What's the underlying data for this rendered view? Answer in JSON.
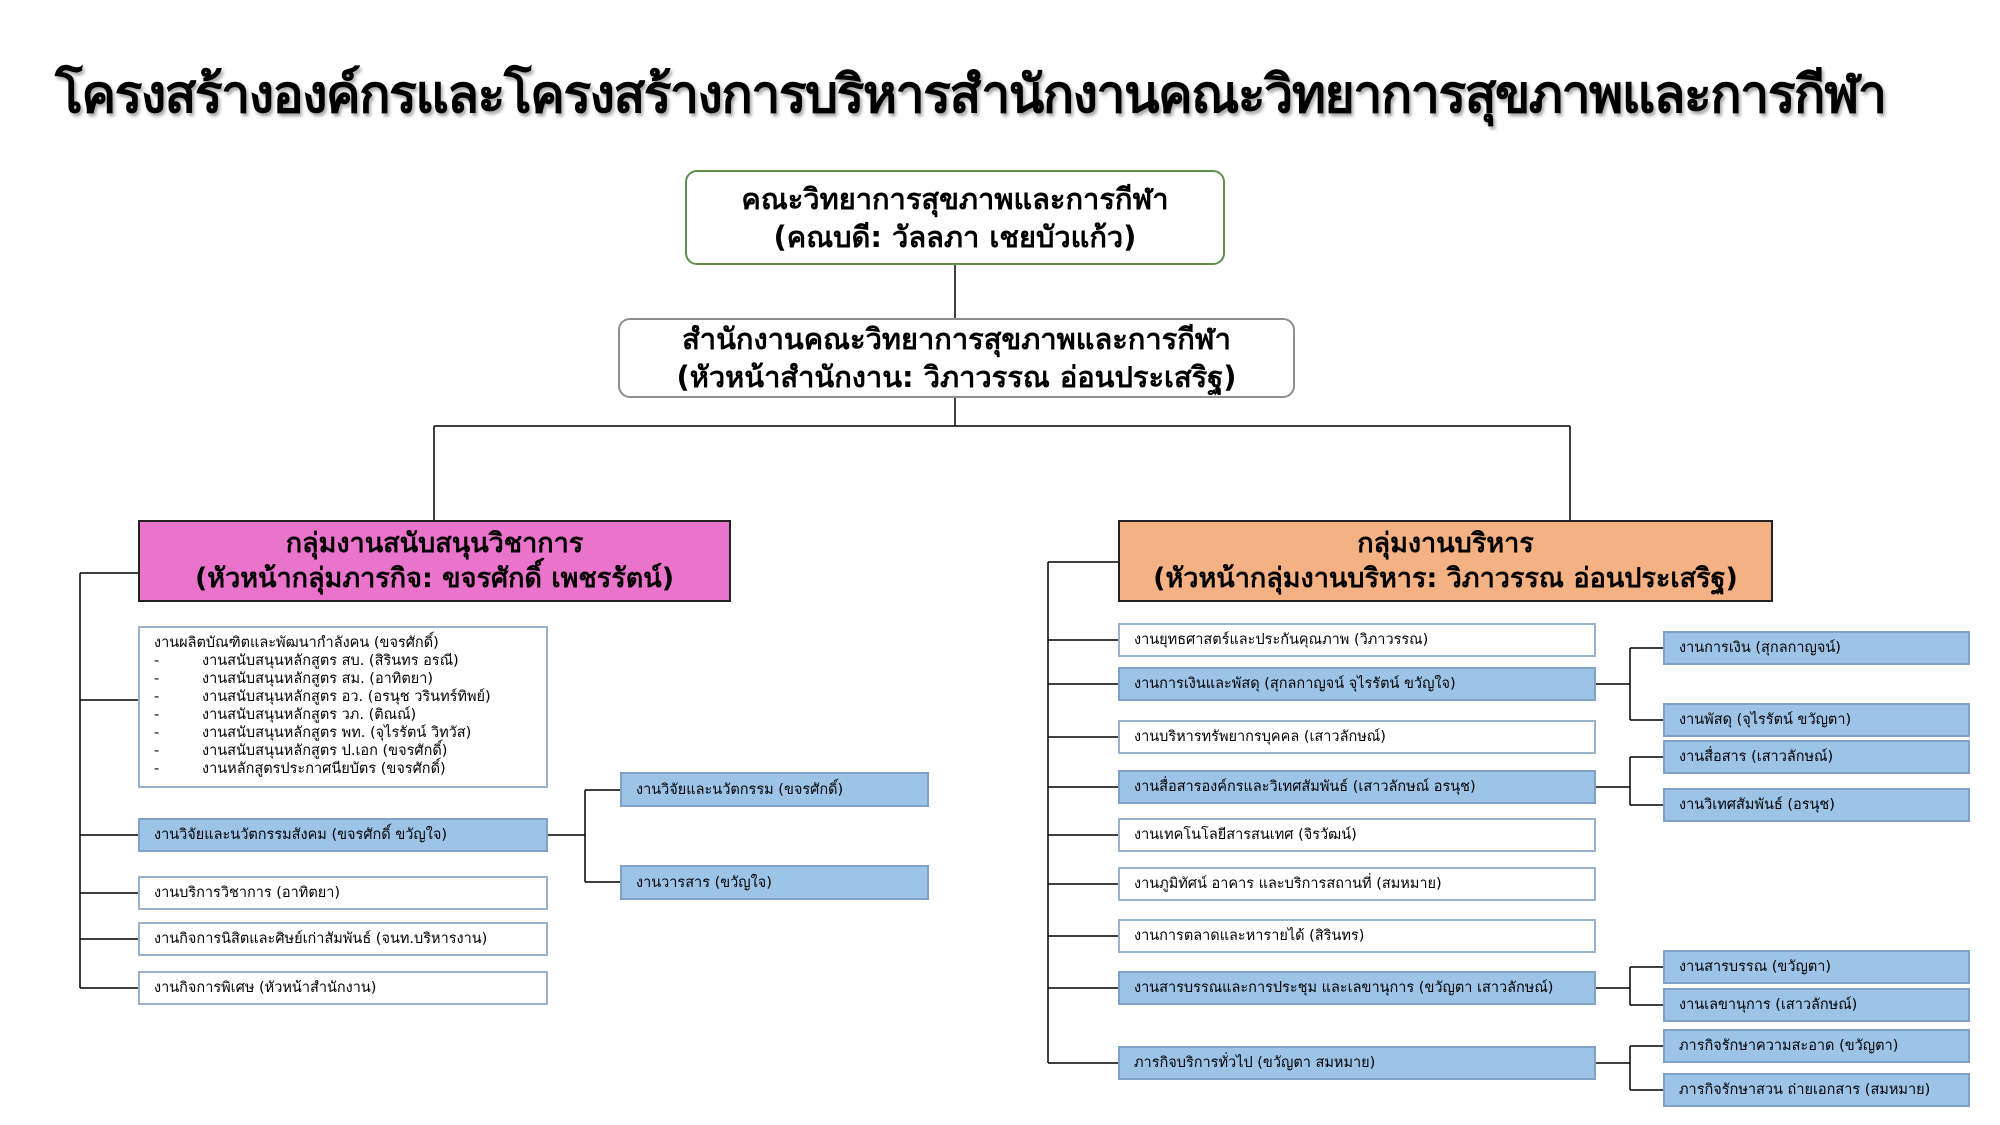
{
  "title": "โครงสร้างองค์กรและโครงสร้างการบริหารสำนักงานคณะวิทยาการสุขภาพและการกีฬา",
  "faculty": {
    "name": "คณะวิทยาการสุขภาพและการกีฬา",
    "head": "(คณบดี: วัลลภา  เชยบัวแก้ว)"
  },
  "office": {
    "name": "สำนักงานคณะวิทยาการสุขภาพและการกีฬา",
    "head": "(หัวหน้าสำนักงาน: วิภาวรรณ อ่อนประเสริฐ)"
  },
  "academic_group": {
    "name": "กลุ่มงานสนับสนุนวิชาการ",
    "head": "(หัวหน้ากลุ่มภารกิจ: ขจรศักดิ์ เพชรรัตน์)",
    "color": "#ea73cb",
    "production": {
      "heading": "งานผลิตบัณฑิตและพัฒนากำลังคน (ขจรศักดิ์)",
      "dash": "-",
      "items": [
        "งานสนับสนุนหลักสูตร สบ. (สิรินทร อรณี)",
        "งานสนับสนุนหลักสูตร สม. (อาทิตยา)",
        "งานสนับสนุนหลักสูตร อว. (อรนุช วรินทร์ทิพย์)",
        "งานสนับสนุนหลักสูตร วภ. (ติณณ์)",
        "งานสนับสนุนหลักสูตร พท. (จุไรรัตน์ วิทวัส)",
        "งานสนับสนุนหลักสูตร ป.เอก (ขจรศักดิ์)",
        "งานหลักสูตรประกาศนียบัตร (ขจรศักดิ์)"
      ]
    },
    "research": {
      "label": "งานวิจัยและนวัตกรรมสังคม (ขจรศักดิ์ ขวัญใจ)",
      "sub": [
        "งานวิจัยและนวัตกรรม (ขจรศักดิ์)",
        "งานวารสาร (ขวัญใจ)"
      ]
    },
    "academic_service": "งานบริการวิชาการ (อาทิตยา)",
    "student_affairs": "งานกิจการนิสิตและศิษย์เก่าสัมพันธ์ (จนท.บริหารงาน)",
    "special_affairs": "งานกิจการพิเศษ (หัวหน้าสำนักงาน)"
  },
  "admin_group": {
    "name": "กลุ่มงานบริหาร",
    "head": "(หัวหน้ากลุ่มงานบริหาร: วิภาวรรณ อ่อนประเสริฐ)",
    "color": "#f4b183",
    "units": [
      {
        "label": "งานยุทธศาสตร์และประกันคุณภาพ (วิภาวรรณ)",
        "sub": []
      },
      {
        "label": "งานการเงินและพัสดุ (สุกลกาญจน์ จุไรรัตน์ ขวัญใจ)",
        "sub": [
          "งานการเงิน (สุกลกาญจน์)",
          "งานพัสดุ (จุไรรัตน์ ขวัญตา)"
        ]
      },
      {
        "label": "งานบริหารทรัพยากรบุคคล (เสาวลักษณ์)",
        "sub": []
      },
      {
        "label": "งานสื่อสารองค์กรและวิเทศสัมพันธ์ (เสาวลักษณ์ อรนุช)",
        "sub": [
          "งานสื่อสาร (เสาวลักษณ์)",
          "งานวิเทศสัมพันธ์ (อรนุช)"
        ]
      },
      {
        "label": "งานเทคโนโลยีสารสนเทศ (จิรวัฒน์)",
        "sub": []
      },
      {
        "label": "งานภูมิทัศน์ อาคาร และบริการสถานที่ (สมหมาย)",
        "sub": []
      },
      {
        "label": "งานการตลาดและหารายได้ (สิรินทร)",
        "sub": []
      },
      {
        "label": "งานสารบรรณและการประชุม และเลขานุการ (ขวัญตา เสาวลักษณ์)",
        "sub": [
          "งานสารบรรณ (ขวัญตา)",
          "งานเลขานุการ  (เสาวลักษณ์)"
        ]
      },
      {
        "label": "ภารกิจบริการทั่วไป (ขวัญตา สมหมาย)",
        "sub": [
          "ภารกิจรักษาความสะอาด (ขวัญตา)",
          "ภารกิจรักษาสวน ถ่ายเอกสาร (สมหมาย)"
        ]
      }
    ]
  },
  "colors": {
    "unit_blue": "#9dc3e6",
    "faculty_border": "#5e8f4c",
    "office_border": "#8e8e8e"
  }
}
